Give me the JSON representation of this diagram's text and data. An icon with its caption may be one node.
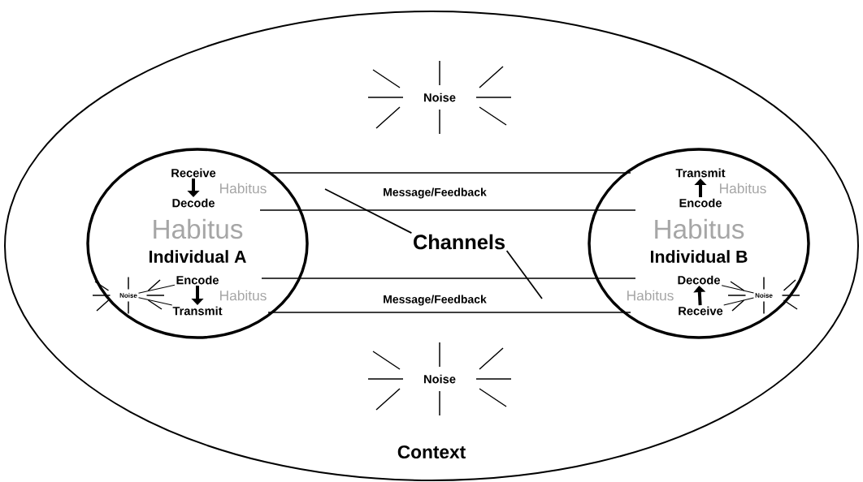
{
  "diagram": {
    "nodes": [
      {
        "text": [
          "Context"
        ]
      },
      {
        "text": [
          "Individual A"
        ],
        "in": 0
      },
      {
        "text": [
          "Receive"
        ],
        "in": 1
      },
      {
        "text": [
          "Decode"
        ],
        "in": 1
      },
      {
        "text": [
          "Encode"
        ],
        "in": 1
      },
      {
        "text": [
          "Transmit"
        ],
        "in": 1
      },
      {
        "text": [
          "Noise"
        ],
        "in": 1
      },
      {
        "text": [
          "Individual B"
        ],
        "in": 0
      },
      {
        "text": [
          "Transmit"
        ],
        "in": 7
      },
      {
        "text": [
          "Encode"
        ],
        "in": 7
      },
      {
        "text": [
          "Decode"
        ],
        "in": 7
      },
      {
        "text": [
          "Receive"
        ],
        "in": 7
      },
      {
        "text": [
          "Noise"
        ],
        "in": 7
      },
      {
        "text": [
          "Message/Feedback"
        ],
        "in": 0
      },
      {
        "text": [
          "Message/Feedback"
        ],
        "in": 0
      },
      {
        "text": [
          "Channels"
        ],
        "in": 0
      }
    ],
    "edges": [
      {
        "from": 2,
        "to": 3,
        "arrow": "to",
        "style": "thick"
      },
      {
        "from": 4,
        "to": 5,
        "arrow": "to",
        "style": "thick"
      },
      {
        "from": 6,
        "to": 4,
        "arrow": "none"
      },
      {
        "from": 6,
        "to": 5,
        "arrow": "none"
      },
      {
        "from": 9,
        "to": 8,
        "arrow": "to",
        "style": "thick"
      },
      {
        "from": 11,
        "to": 10,
        "arrow": "to",
        "style": "thick"
      },
      {
        "from": 12,
        "to": 10,
        "arrow": "none"
      },
      {
        "from": 12,
        "to": 11,
        "arrow": "none"
      },
      {
        "from": 15,
        "to": 13,
        "arrow": "none"
      },
      {
        "from": 15,
        "to": 14,
        "arrow": "none"
      }
    ],
    "labels": [
      "Noise",
      "Habitus",
      "Habitus",
      "Habitus",
      "Habitus",
      "Habitus",
      "Habitus",
      "Noise"
    ]
  }
}
